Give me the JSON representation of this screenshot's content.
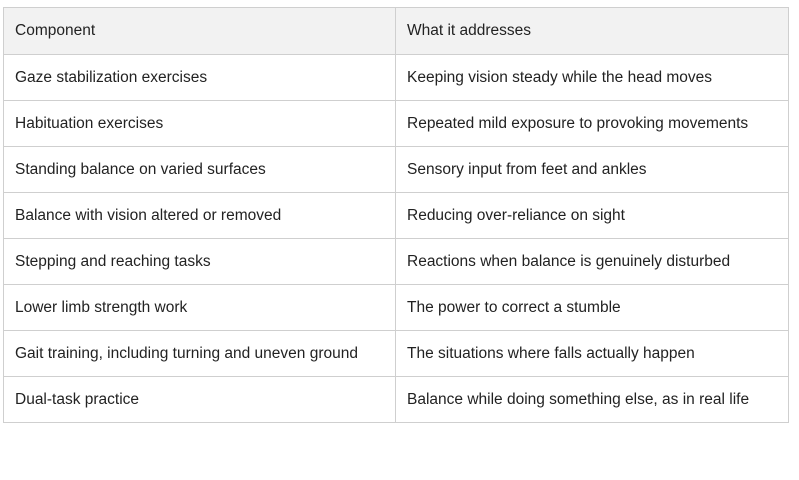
{
  "table": {
    "headers": [
      "Component",
      "What it addresses"
    ],
    "rows": [
      [
        "Gaze stabilization exercises",
        "Keeping vision steady while the head moves"
      ],
      [
        "Habituation exercises",
        "Repeated mild exposure to provoking movements"
      ],
      [
        "Standing balance on varied surfaces",
        "Sensory input from feet and ankles"
      ],
      [
        "Balance with vision altered or removed",
        "Reducing over-reliance on sight"
      ],
      [
        "Stepping and reaching tasks",
        "Reactions when balance is genuinely disturbed"
      ],
      [
        "Lower limb strength work",
        "The power to correct a stumble"
      ],
      [
        "Gait training, including turning and uneven ground",
        "The situations where falls actually happen"
      ],
      [
        "Dual-task practice",
        "Balance while doing something else, as in real life"
      ]
    ]
  }
}
